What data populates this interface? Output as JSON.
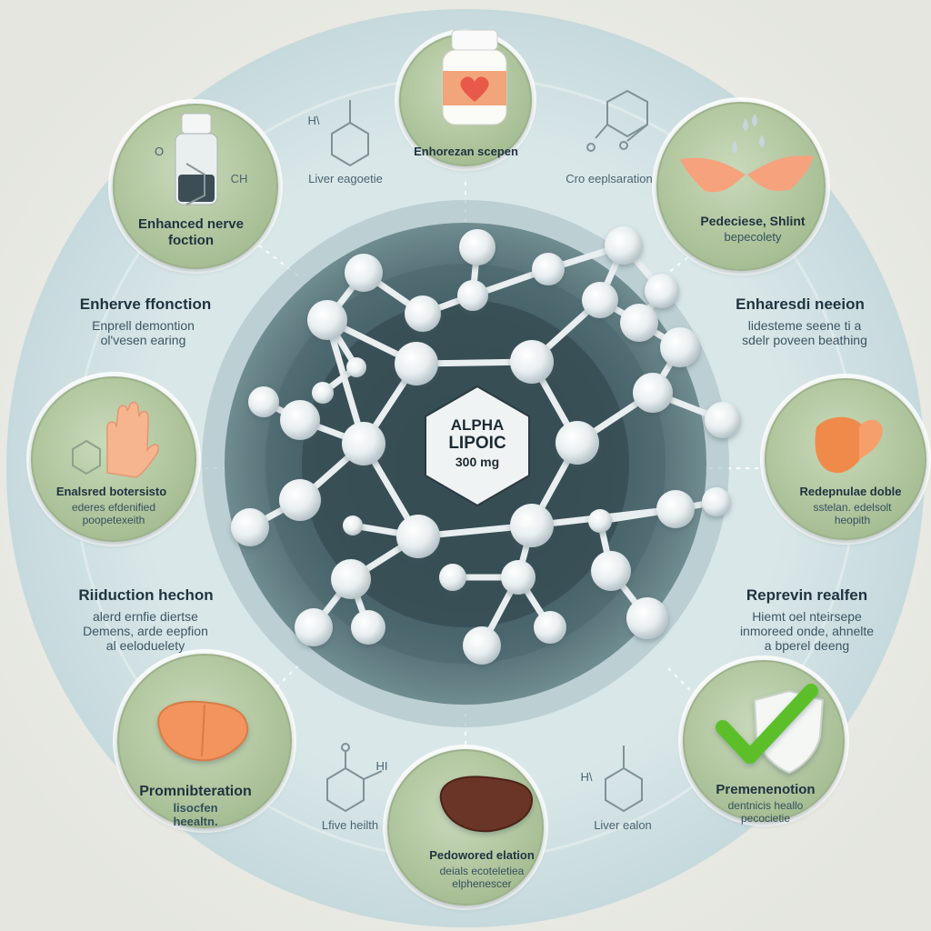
{
  "center": {
    "line1": "ALPHA",
    "line2": "LIPOIC",
    "line3": "300 mg"
  },
  "nodes": [
    {
      "id": "top",
      "title": "Enhorezan scepen",
      "subtitle": ""
    },
    {
      "id": "top-left",
      "title": "Enhanced nerve",
      "subtitle": "foction"
    },
    {
      "id": "top-right",
      "title": "Pedeciese, Shlint",
      "subtitle": "bepecolety"
    },
    {
      "id": "left",
      "title": "Enalsred botersisto",
      "subtitle": "ederes efdenified | poopetexeith"
    },
    {
      "id": "right",
      "title": "Redepnulae doble",
      "subtitle": "sstelan. edelsolt | heopith"
    },
    {
      "id": "bottom-left",
      "title": "Promnibteration",
      "subtitle": "lisocfen | heealtn."
    },
    {
      "id": "bottom",
      "title": "Pedowored elation",
      "subtitle": "deials ecoteletiea | elphenescer"
    },
    {
      "id": "bottom-right",
      "title": "Premenenotion",
      "subtitle": "dentnicis heallo | pecocietie"
    }
  ],
  "side_blocks": [
    {
      "id": "upper-left",
      "title": "Enherve ffonction",
      "body": "Enprell demontion | ol'vesen earing"
    },
    {
      "id": "upper-right",
      "title": "Enharesdi neeion",
      "body": "lidesteme seene ti a | sdelr poveen beathing"
    },
    {
      "id": "lower-left",
      "title": "Riiduction hechon",
      "body": "alerd ernfie diertse | Demens, arde eepfion | al eeloduelety"
    },
    {
      "id": "lower-right",
      "title": "Reprevin realfen",
      "body": "Hiemt oel nteirsepe | inmoreed onde, ahnelte | a bperel deeng"
    }
  ],
  "mini_labels": [
    {
      "id": "top-left-formula",
      "text": "Liver eagoetie"
    },
    {
      "id": "top-right-formula",
      "text": "Cro eeplsaration"
    },
    {
      "id": "bottom-left-formula",
      "text": "Lfive heilth"
    },
    {
      "id": "bottom-right-formula",
      "text": "Liver ealon"
    }
  ],
  "formula_labels": {
    "hi": "H\\",
    "ch": "CH",
    "o": "O",
    "hh": "HI"
  },
  "colors": {
    "background": "#eeeeea",
    "outer_ring": "#cfe0e3",
    "inner_disc_dark": "#2f4a52",
    "node_fill": "#b9cca8",
    "atom": "#f4f7f8",
    "check_green": "#5cbf2a"
  },
  "icons": [
    "supplement-bottle-icon",
    "vial-icon",
    "hands-water-icon",
    "hand-icon",
    "liver-heart-icon",
    "liver-icon",
    "liver-dark-icon",
    "shield-check-icon"
  ]
}
